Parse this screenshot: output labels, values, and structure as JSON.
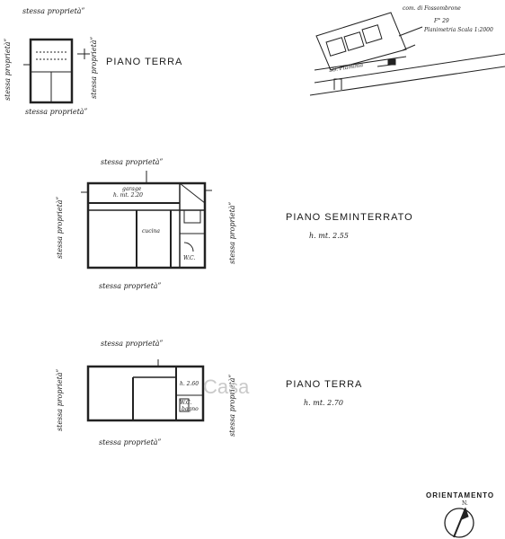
{
  "owner_label": "stessa proprietà",
  "owner_label_alt": "stessa proprietàʺ",
  "cadastral": {
    "comune": "com. di Fossombrone",
    "foglio": "F° 29",
    "scale": "Planimetria Scala 1:2000",
    "road": "SS. Flaminia"
  },
  "plans": {
    "top": {
      "title": "PIANO TERRA"
    },
    "basement": {
      "title": "PIANO SEMINTERRATO",
      "height": "h. mt. 2.55",
      "garage": "garage",
      "garage_height": "h. mt. 2.20",
      "kitchen": "cucina",
      "wc": "W.C."
    },
    "ground": {
      "title": "PIANO TERRA",
      "height": "h. mt. 2.70",
      "room_height": "h. 2.60",
      "wc": "W.C.",
      "bath": "bagno"
    }
  },
  "orientation": {
    "label": "ORIENTAMENTO",
    "north": "N."
  },
  "watermark": "Casa"
}
